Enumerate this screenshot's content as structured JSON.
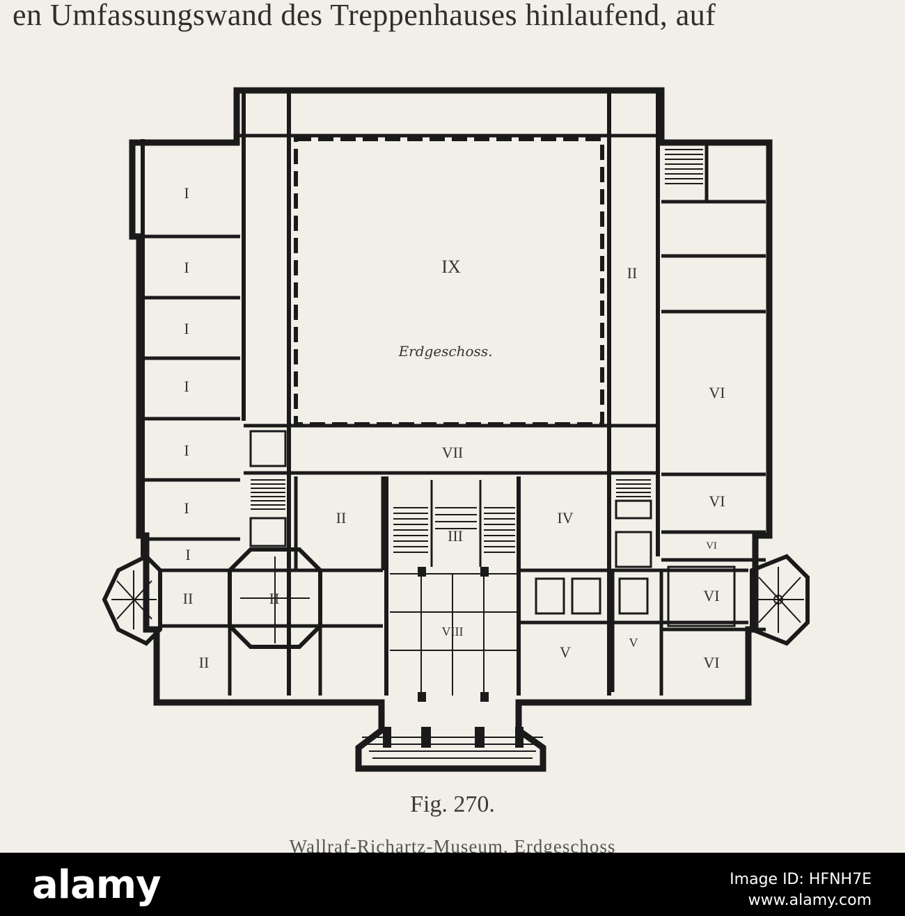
{
  "page": {
    "top_line": "en Umfassungswand des Treppenhauses hinlaufend, auf",
    "figure_number": "Fig. 270.",
    "figure_subtitle": "Wallraf-Richartz-Museum. Erdgeschoss"
  },
  "plan": {
    "courtyard_label": "IX",
    "courtyard_script": "Erdgeschoss.",
    "rooms": [
      "I",
      "I",
      "I",
      "I",
      "I",
      "I",
      "I",
      "II",
      "II",
      "II",
      "II",
      "II",
      "VII",
      "III",
      "IV",
      "VI",
      "VI",
      "VI",
      "VI",
      "VI",
      "VIII",
      "V",
      "V"
    ]
  },
  "watermark": {
    "logo": "alamy",
    "image_id_label": "Image ID: HFNH7E",
    "site": "www.alamy.com"
  }
}
